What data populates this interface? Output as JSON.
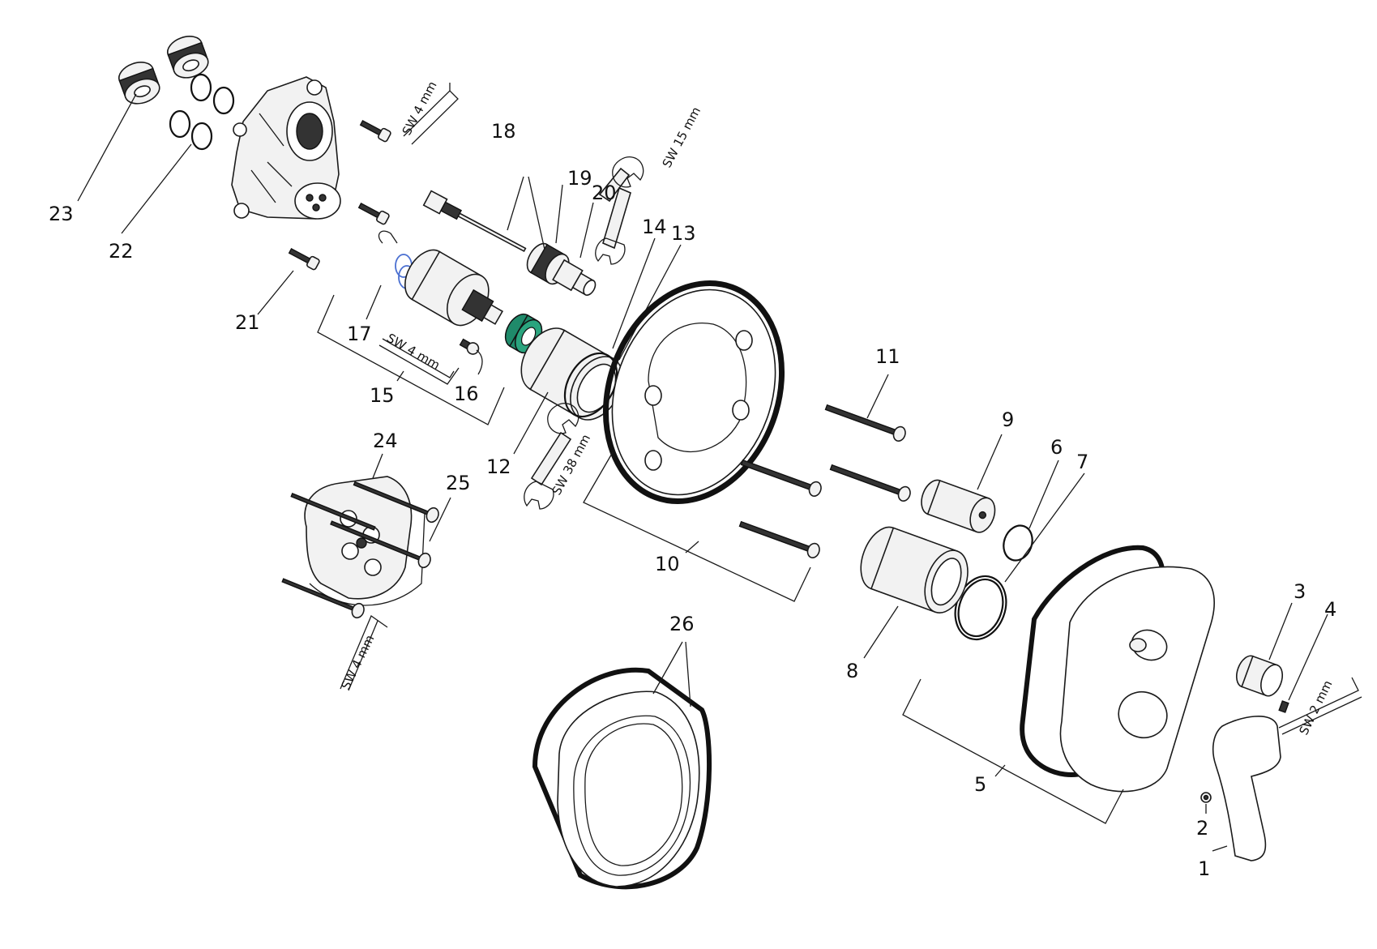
{
  "diagram": {
    "callouts": {
      "c1": "1",
      "c2": "2",
      "c3": "3",
      "c4": "4",
      "c5": "5",
      "c6": "6",
      "c7": "7",
      "c8": "8",
      "c9": "9",
      "c10": "10",
      "c11": "11",
      "c12": "12",
      "c13": "13",
      "c14": "14",
      "c15": "15",
      "c16": "16",
      "c17": "17",
      "c18": "18",
      "c19": "19",
      "c20": "20",
      "c21": "21",
      "c22": "22",
      "c23": "23",
      "c24": "24",
      "c25": "25",
      "c26": "26"
    },
    "tools": {
      "key_top": "SW 4 mm",
      "wrench_15": "SW 15 mm",
      "key_mid": "SW 4 mm",
      "wrench_38": "SW 38 mm",
      "key_left": "SW 4 mm",
      "key_right": "SW 2 mm"
    },
    "colors": {
      "line": "#1a1a1a",
      "accent_oring": "#4a6fd1",
      "accent_ring": "#1f8a6a"
    }
  }
}
